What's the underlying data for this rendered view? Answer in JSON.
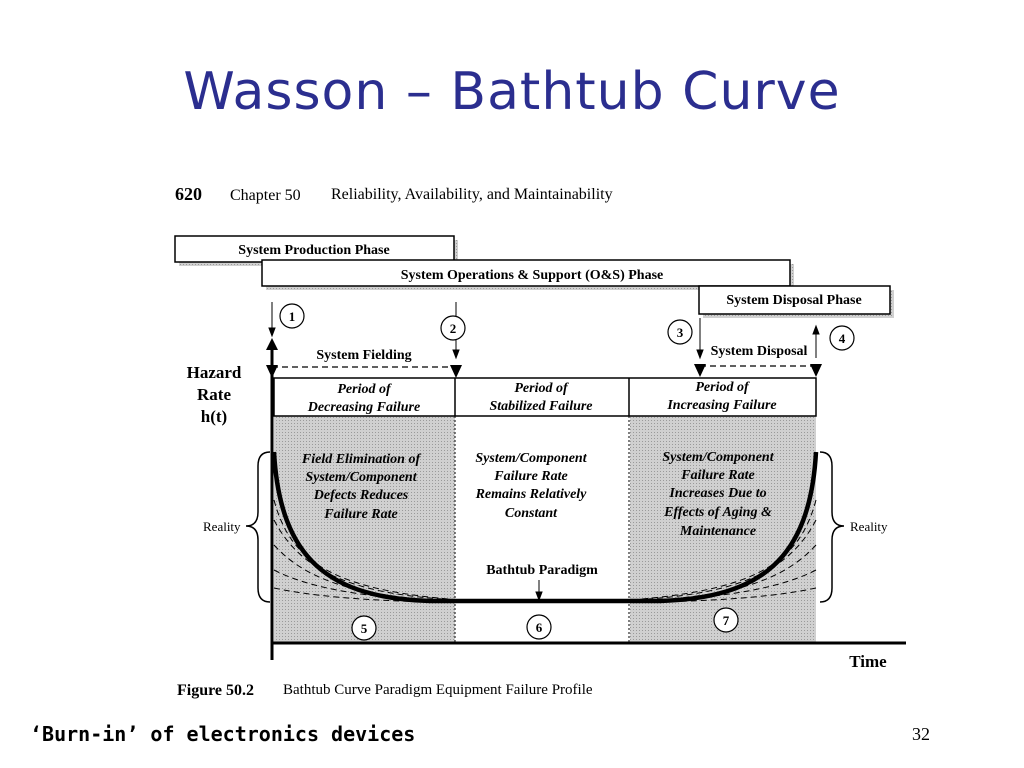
{
  "slide": {
    "title": "Wasson – Bathtub Curve",
    "footer_note": "‘Burn-in’ of electronics devices",
    "page_number": "32"
  },
  "figure": {
    "page_ref": "620",
    "chapter": "Chapter 50",
    "chapter_title": "Reliability, Availability, and Maintainability",
    "phases": {
      "production": "System Production Phase",
      "operations": "System Operations & Support (O&S) Phase",
      "disposal": "System Disposal Phase"
    },
    "markers": [
      "1",
      "2",
      "3",
      "4",
      "5",
      "6",
      "7"
    ],
    "events": {
      "fielding": "System Fielding",
      "disposal": "System Disposal"
    },
    "y_axis_label": [
      "Hazard",
      "Rate",
      "h(t)"
    ],
    "x_axis_label": "Time",
    "periods": [
      [
        "Period of",
        "Decreasing Failure"
      ],
      [
        "Period of",
        "Stabilized Failure"
      ],
      [
        "Period of",
        "Increasing Failure"
      ]
    ],
    "descriptions": [
      [
        "Field Elimination of",
        "System/Component",
        "Defects Reduces",
        "Failure Rate"
      ],
      [
        "System/Component",
        "Failure Rate",
        "Remains Relatively",
        "Constant"
      ],
      [
        "System/Component",
        "Failure Rate",
        "Increases Due to",
        "Effects of Aging &",
        "Maintenance"
      ]
    ],
    "reality_label": "Reality",
    "paradigm_label": "Bathtub Paradigm",
    "caption_number": "Figure 50.2",
    "caption_text": "Bathtub Curve Paradigm Equipment Failure Profile"
  }
}
